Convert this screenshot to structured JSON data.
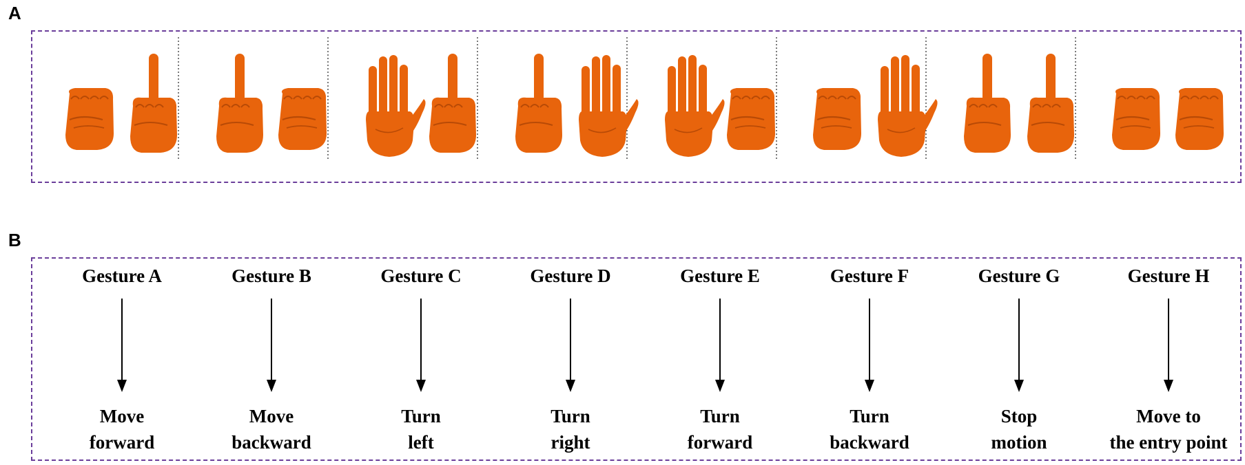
{
  "panel_a": {
    "label": "A"
  },
  "panel_b": {
    "label": "B"
  },
  "hand_color": "#e8640c",
  "gestures": [
    {
      "name": "Gesture A",
      "action_line1": "Move",
      "action_line2": "forward",
      "left_hand": "fist-icon",
      "right_hand": "index-up-icon"
    },
    {
      "name": "Gesture B",
      "action_line1": "Move",
      "action_line2": "backward",
      "left_hand": "index-up-icon",
      "right_hand": "fist-icon"
    },
    {
      "name": "Gesture C",
      "action_line1": "Turn",
      "action_line2": "left",
      "left_hand": "open-palm-icon",
      "right_hand": "index-up-icon"
    },
    {
      "name": "Gesture D",
      "action_line1": "Turn",
      "action_line2": "right",
      "left_hand": "index-up-icon",
      "right_hand": "open-palm-icon"
    },
    {
      "name": "Gesture E",
      "action_line1": "Turn",
      "action_line2": "forward",
      "left_hand": "open-palm-icon",
      "right_hand": "fist-icon"
    },
    {
      "name": "Gesture F",
      "action_line1": "Turn",
      "action_line2": "backward",
      "left_hand": "fist-icon",
      "right_hand": "open-palm-icon"
    },
    {
      "name": "Gesture G",
      "action_line1": "Stop",
      "action_line2": "motion",
      "left_hand": "index-up-icon",
      "right_hand": "index-up-icon"
    },
    {
      "name": "Gesture H",
      "action_line1": "Move to",
      "action_line2": "the entry point",
      "left_hand": "fist-icon",
      "right_hand": "fist-icon"
    }
  ]
}
